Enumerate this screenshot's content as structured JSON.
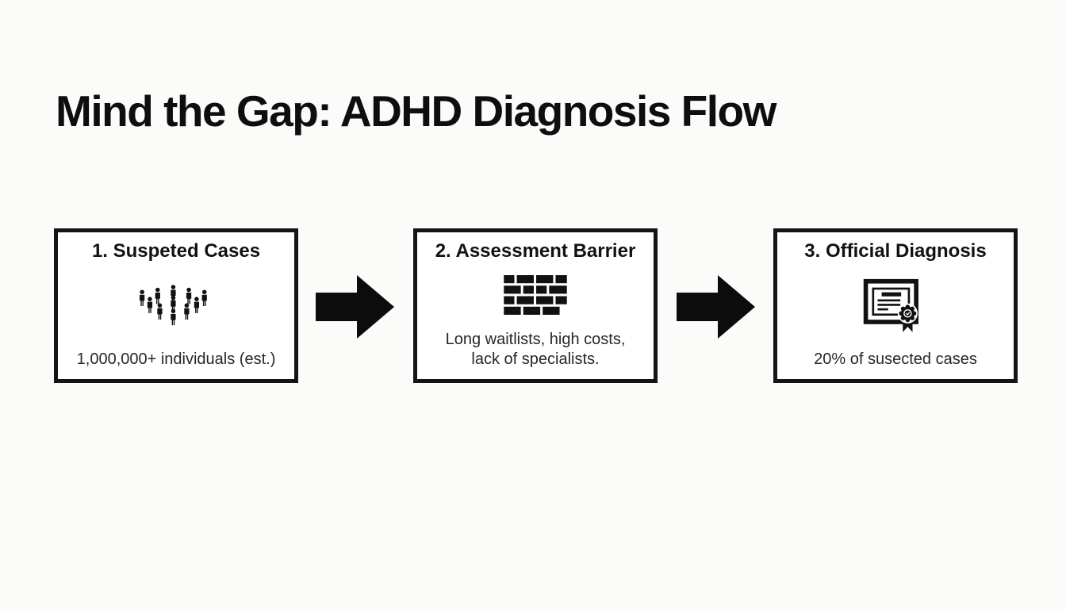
{
  "header": {
    "title": "Mind the Gap: ADHD Diagnosis Flow"
  },
  "flow": {
    "steps": [
      {
        "heading": "1. Suspeted Cases",
        "icon": "crowd-icon",
        "caption": "1,000,000+ individuals (est.)"
      },
      {
        "heading": "2. Assessment Barrier",
        "icon": "brick-wall-icon",
        "caption": "Long waitlists, high costs,\nlack of specialists."
      },
      {
        "heading": "3. Official Diagnosis",
        "icon": "certificate-icon",
        "caption": "20% of susected cases"
      }
    ],
    "connector": "right-block-arrow"
  },
  "colors": {
    "ink": "#141414",
    "canvas": "#fbfbfa",
    "box_fill": "#ffffff",
    "caption_text": "#272727"
  }
}
